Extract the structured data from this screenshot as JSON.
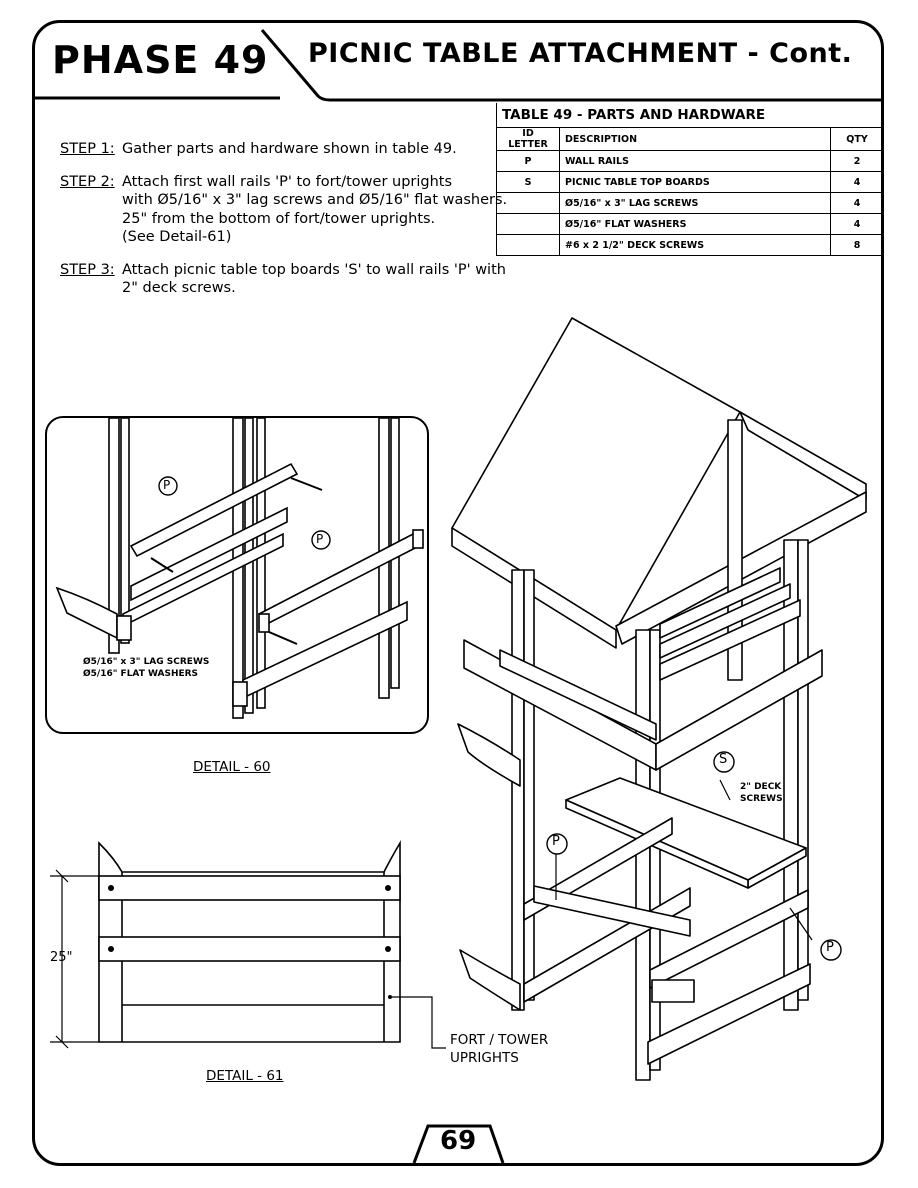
{
  "header": {
    "phase": "PHASE 49",
    "title": "PICNIC TABLE  ATTACHMENT - Cont."
  },
  "steps": [
    {
      "label": "STEP 1:",
      "text": "Gather parts and hardware shown in table 49."
    },
    {
      "label": "STEP 2:",
      "text": "Attach first wall rails 'P' to fort/tower uprights\nwith Ø5/16\" x 3\" lag screws and Ø5/16\" flat washers.\n25\" from the bottom of fort/tower uprights.\n(See Detail-61)"
    },
    {
      "label": "STEP 3:",
      "text": "Attach picnic table top boards 'S' to wall rails 'P' with\n2\" deck screws."
    }
  ],
  "table": {
    "caption": "TABLE 49 - PARTS AND HARDWARE",
    "headers": [
      "ID LETTER",
      "DESCRIPTION",
      "QTY"
    ],
    "rows": [
      [
        "P",
        "WALL RAILS",
        "2"
      ],
      [
        "S",
        "PICNIC TABLE TOP BOARDS",
        "4"
      ],
      [
        "",
        "Ø5/16\" x 3\" LAG SCREWS",
        "4"
      ],
      [
        "",
        "Ø5/16\" FLAT WASHERS",
        "4"
      ],
      [
        "",
        "#6 x 2 1/2\" DECK SCREWS",
        "8"
      ]
    ]
  },
  "detail60": {
    "caption": "DETAIL - 60",
    "label_p1": "P",
    "label_p2": "P",
    "hardware_note_1": "Ø5/16\" x 3\" LAG SCREWS",
    "hardware_note_2": "Ø5/16\" FLAT WASHERS"
  },
  "detail61": {
    "caption": "DETAIL - 61",
    "dimension": "25\"",
    "callout": "FORT / TOWER\nUPRIGHTS"
  },
  "main_view": {
    "label_s": "S",
    "label_p_left": "P",
    "label_p_right": "P",
    "deck_screws_note": "2\" DECK\nSCREWS"
  },
  "page_number": "69"
}
